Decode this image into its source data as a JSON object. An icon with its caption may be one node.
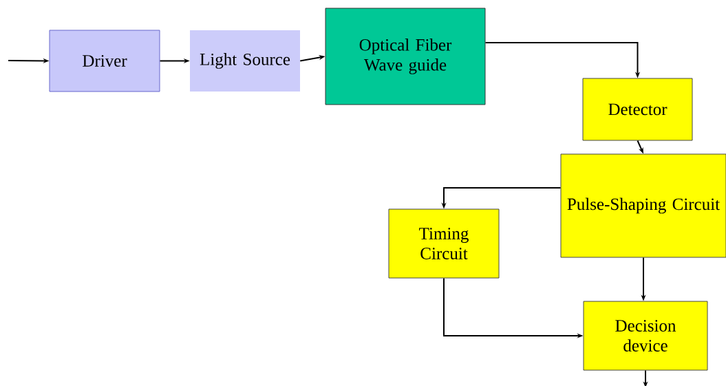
{
  "diagram": {
    "nodes": [
      {
        "text": [
          "Driver"
        ]
      },
      {
        "text": [
          "Light Source"
        ]
      },
      {
        "text": [
          "Optical Fiber Wave guide"
        ]
      },
      {
        "text": [
          "Detector"
        ]
      },
      {
        "text": [
          "Pulse-Shaping Circuit"
        ]
      },
      {
        "text": [
          "Timing Circuit"
        ]
      },
      {
        "text": [
          "Decision device"
        ]
      }
    ],
    "edges": [
      {
        "from": null,
        "to": 0,
        "arrow": "to"
      },
      {
        "from": 0,
        "to": 1,
        "arrow": "to"
      },
      {
        "from": 1,
        "to": 2,
        "arrow": "to"
      },
      {
        "from": 2,
        "to": 3,
        "arrow": "to"
      },
      {
        "from": 3,
        "to": 4,
        "arrow": "to"
      },
      {
        "from": 4,
        "to": 5,
        "arrow": "to"
      },
      {
        "from": 4,
        "to": 6,
        "arrow": "to"
      },
      {
        "from": 5,
        "to": 6,
        "arrow": "to"
      },
      {
        "from": 6,
        "to": null,
        "arrow": "to"
      }
    ]
  }
}
